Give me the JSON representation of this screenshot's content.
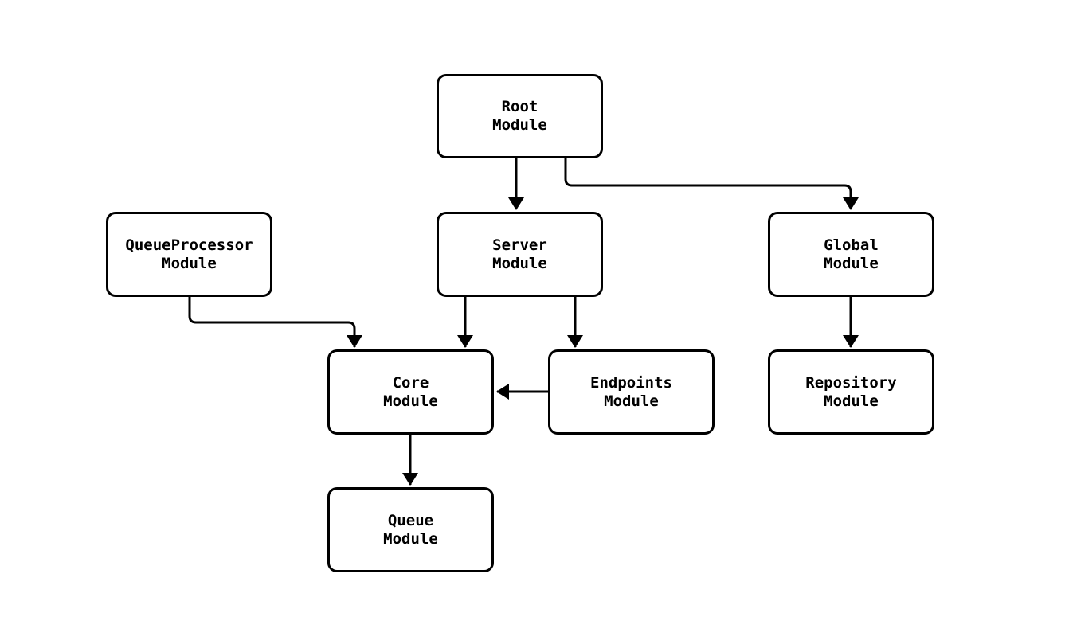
{
  "page": {
    "background_color": "#ffffff",
    "stroke_color": "#000000",
    "node_fill_color": "#ffffff",
    "text_color": "#000000"
  },
  "diagram": {
    "type": "module-dependency-graph",
    "nodes": [
      {
        "id": "root",
        "label": "Root\nModule"
      },
      {
        "id": "queueprocessor",
        "label": "QueueProcessor\nModule"
      },
      {
        "id": "server",
        "label": "Server\nModule"
      },
      {
        "id": "global",
        "label": "Global\nModule"
      },
      {
        "id": "core",
        "label": "Core\nModule"
      },
      {
        "id": "endpoints",
        "label": "Endpoints\nModule"
      },
      {
        "id": "repository",
        "label": "Repository\nModule"
      },
      {
        "id": "queue",
        "label": "Queue\nModule"
      }
    ],
    "edges": [
      {
        "from": "root",
        "to": "server"
      },
      {
        "from": "root",
        "to": "global"
      },
      {
        "from": "queueprocessor",
        "to": "core"
      },
      {
        "from": "server",
        "to": "core"
      },
      {
        "from": "server",
        "to": "endpoints"
      },
      {
        "from": "endpoints",
        "to": "core"
      },
      {
        "from": "global",
        "to": "repository"
      },
      {
        "from": "core",
        "to": "queue"
      }
    ]
  }
}
